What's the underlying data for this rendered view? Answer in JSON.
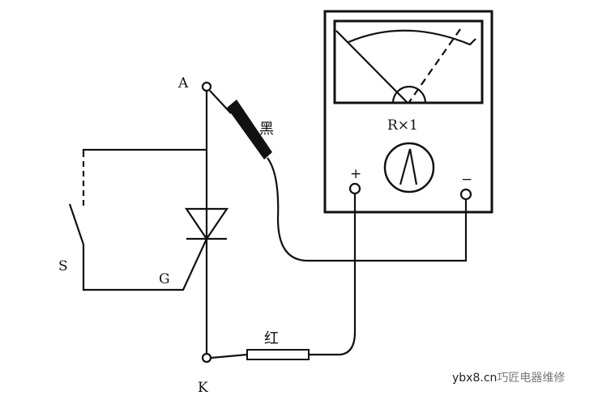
{
  "labels": {
    "anode": "A",
    "cathode": "K",
    "gate": "G",
    "switch": "S",
    "black_probe": "黑",
    "red_probe": "红",
    "meter_range": "R×1",
    "plus": "+",
    "minus": "−"
  },
  "watermark": {
    "site": "ybx8.cn",
    "name": "巧匠电器维修"
  }
}
